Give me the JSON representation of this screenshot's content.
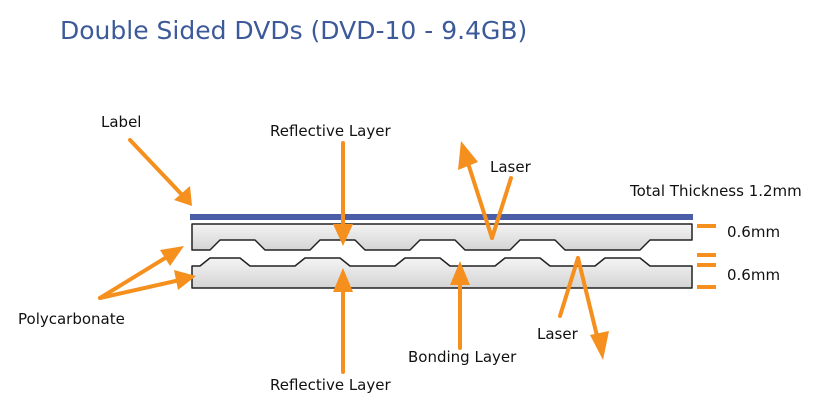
{
  "title": "Double Sided DVDs (DVD-10 - 9.4GB)",
  "labels": {
    "label": "Label",
    "reflective_top": "Reflective Layer",
    "laser_top": "Laser",
    "total_thickness": "Total Thickness 1.2mm",
    "thickness_top": "0.6mm",
    "thickness_bottom": "0.6mm",
    "polycarbonate": "Polycarbonate",
    "laser_bottom": "Laser",
    "bonding": "Bonding Layer",
    "reflective_bottom": "Reflective Layer"
  },
  "colors": {
    "title": "#3c5a99",
    "arrow": "#f5901e",
    "label_layer": "#4a5ea8",
    "polycarbonate": "#e6e6e6",
    "outline": "#222222"
  }
}
